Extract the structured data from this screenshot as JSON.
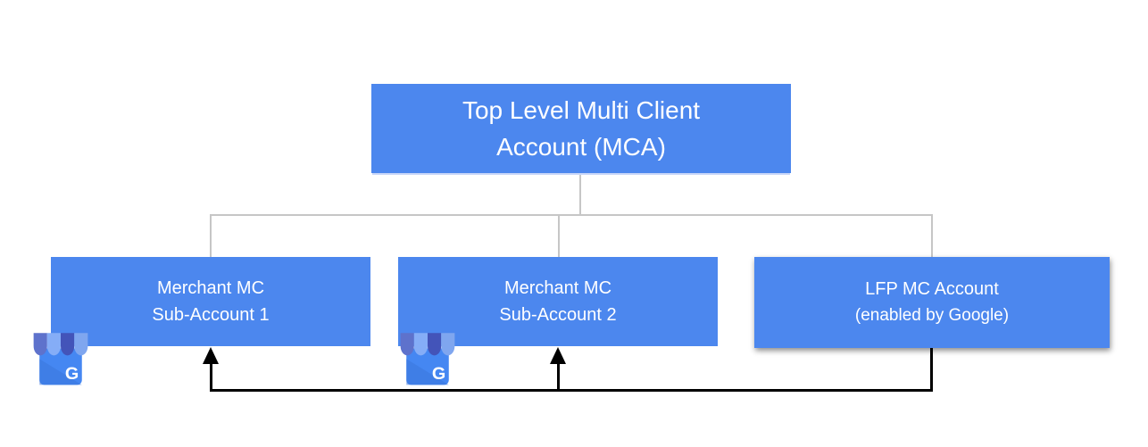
{
  "diagram": {
    "type": "hierarchy",
    "background": "#ffffff",
    "colors": {
      "box_fill": "#4C87EE",
      "box_text": "#ffffff",
      "tree_connector": "#C6C6C6",
      "feed_connector": "#000000"
    },
    "root": {
      "line1": "Top Level Multi Client",
      "line2": "Account (MCA)"
    },
    "children": [
      {
        "id": "merchant-mc-sub-account-1",
        "line1": "Merchant MC",
        "line2": "Sub-Account 1",
        "has_business_icon": true
      },
      {
        "id": "merchant-mc-sub-account-2",
        "line1": "Merchant MC",
        "line2": "Sub-Account 2",
        "has_business_icon": true
      },
      {
        "id": "lfp-mc-account",
        "line1": "LFP MC Account",
        "line2": "(enabled by Google)",
        "has_business_icon": false
      }
    ],
    "icons": {
      "business_icon": "google-my-business-icon",
      "g_letter": "G",
      "body_color": "#4587F2",
      "body_shade_color": "#3B76DD",
      "awning_colors": [
        "#5E72CC",
        "#85ADF7",
        "#4354B9",
        "#7FA6EF"
      ]
    }
  }
}
